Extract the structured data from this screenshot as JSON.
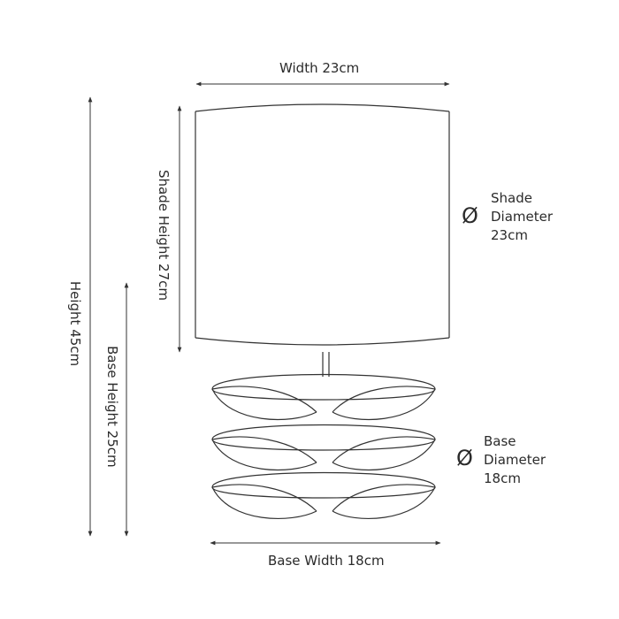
{
  "dimensions": {
    "width": "Width 23cm",
    "shade_height": "Shade Height 27cm",
    "height": "Height 45cm",
    "base_height": "Base Height 25cm",
    "base_width": "Base Width 18cm"
  },
  "shade_diameter": {
    "symbol": "Ø",
    "line1": "Shade",
    "line2": "Diameter",
    "line3": "23cm"
  },
  "base_diameter": {
    "symbol": "Ø",
    "line1": "Base",
    "line2": "Diameter",
    "line3": "18cm"
  },
  "colors": {
    "line": "#333333",
    "text": "#2b2b2b"
  }
}
